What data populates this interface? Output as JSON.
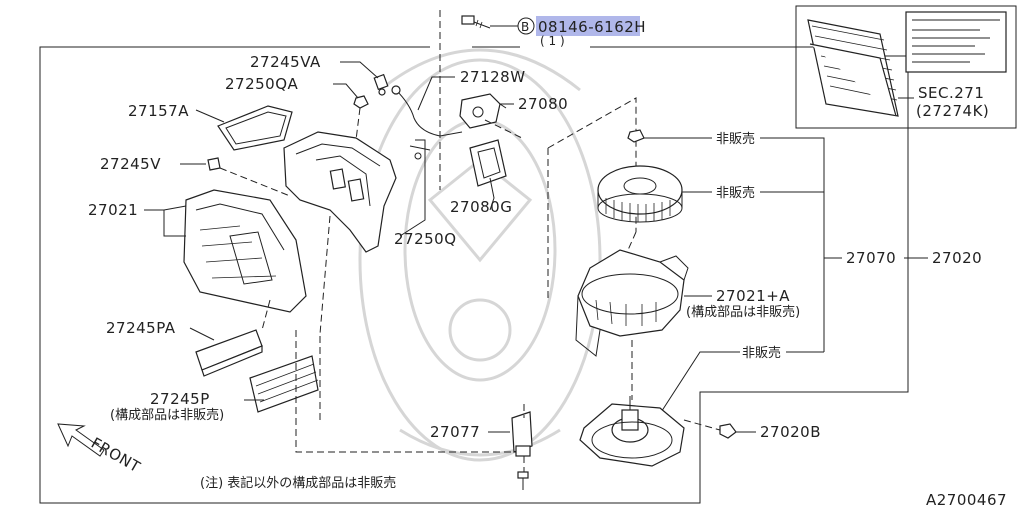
{
  "header_part": {
    "bolt_symbol": "B",
    "number": "08146-6162H",
    "qty": "( 1 )"
  },
  "filter_box": {
    "ref": "SEC.271",
    "part": "(27274K)"
  },
  "labels": {
    "p27245VA": "27245VA",
    "p27250QA": "27250QA",
    "p27128W": "27128W",
    "p27080": "27080",
    "p27157A": "27157A",
    "p27245V": "27245V",
    "p27021": "27021",
    "p27080G": "27080G",
    "p27250Q": "27250Q",
    "p27245PA": "27245PA",
    "p27245P": "27245P",
    "p27245P_note": "(構成部品は非販売)",
    "nonsale1": "非販売",
    "nonsale2": "非販売",
    "p27070": "27070",
    "p27020": "27020",
    "p27021A": "27021+A",
    "p27021A_note": "(構成部品は非販売)",
    "nonsale3": "非販売",
    "p27077": "27077",
    "p27020B": "27020B",
    "front": "FRONT",
    "footnote": "(注) 表記以外の構成部品は非販売",
    "diagram_id": "A2700467"
  }
}
